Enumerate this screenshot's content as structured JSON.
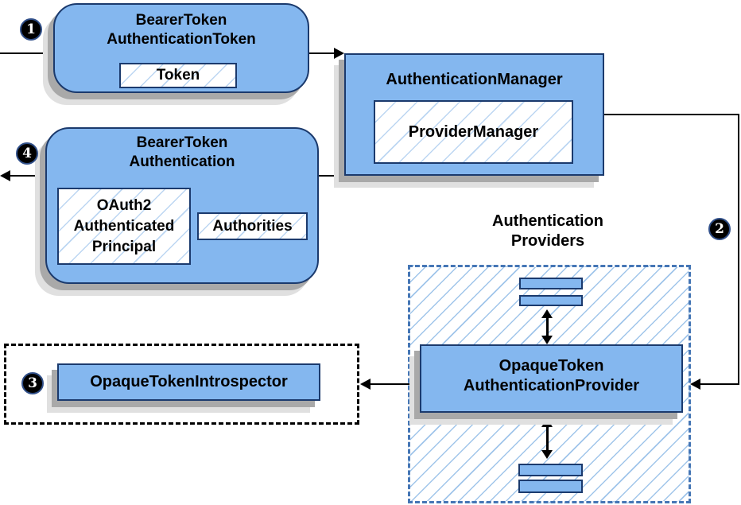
{
  "colors": {
    "box_fill": "#84b7ef",
    "box_border": "#1b3a6d",
    "hatch_big": "#a0c5ea",
    "hatch_small": "#bcd6f2",
    "dashed_blue": "#4576b5",
    "shadow_dark": "#a9a9a9",
    "shadow_light": "#e0e0e0",
    "line_black": "#000000"
  },
  "badges": {
    "step1": "1",
    "step2": "2",
    "step3": "3",
    "step4": "4"
  },
  "nodes": {
    "bearer_token_authentication_token": {
      "line1": "BearerToken",
      "line2": "AuthenticationToken",
      "token": "Token"
    },
    "authentication_manager": {
      "title": "AuthenticationManager",
      "provider_manager": "ProviderManager"
    },
    "bearer_token_authentication": {
      "line1": "BearerToken",
      "line2": "Authentication",
      "principal_line1": "OAuth2",
      "principal_line2": "Authenticated",
      "principal_line3": "Principal",
      "authorities": "Authorities"
    },
    "authentication_providers": {
      "label_line1": "Authentication",
      "label_line2": "Providers"
    },
    "opaque_token_authentication_provider": {
      "line1": "OpaqueToken",
      "line2": "AuthenticationProvider"
    },
    "opaque_token_introspector": {
      "title": "OpaqueTokenIntrospector"
    }
  }
}
